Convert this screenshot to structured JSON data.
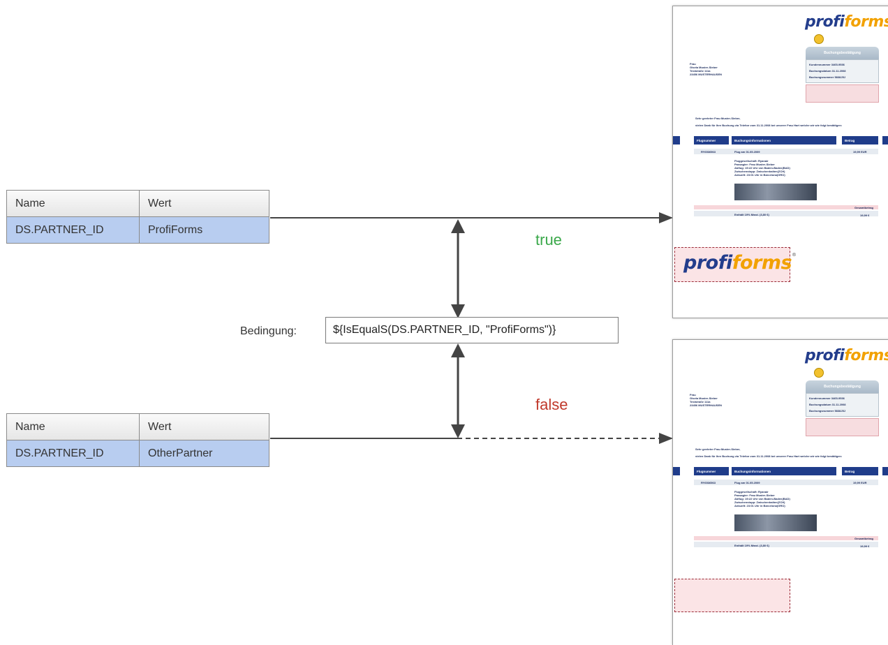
{
  "table_true": {
    "header": {
      "name": "Name",
      "value": "Wert"
    },
    "row": {
      "name": "DS.PARTNER_ID",
      "value": "ProfiForms"
    }
  },
  "table_false": {
    "header": {
      "name": "Name",
      "value": "Wert"
    },
    "row": {
      "name": "DS.PARTNER_ID",
      "value": "OtherPartner"
    }
  },
  "condition": {
    "label": "Bedingung:",
    "expression": "${IsEqualS(DS.PARTNER_ID, \"ProfiForms\")}"
  },
  "branch_labels": {
    "true": "true",
    "false": "false"
  },
  "colors": {
    "true": "#3aa84a",
    "false": "#c0392b",
    "table_row": "#b8cdf0",
    "brand": "#233d8c"
  },
  "document": {
    "logo_text_a": "profi",
    "logo_text_b": "forms",
    "booking_tab": "Buchungsbestätigung",
    "address": [
      "Frau",
      "Gisela Muster-Sieber",
      "Teststraße 111a",
      "23456 MUSTERHAUSEN"
    ],
    "booking_info": [
      "Kundennummer 3465-9536",
      "Buchungsdatum 31.11.2008",
      "Buchungsnummer 5838J5J"
    ],
    "greeting": "Sehr geehrter Frau Muster-Sieber,",
    "intro": "vielen Dank für Ihre Buchung via Telefon vom 31.11.2008 bei unserer Frau Hart welche wir wie folgt bestätigen:",
    "col_flight": "Flugnummer",
    "col_info": "Buchungsinformationen",
    "col_amount": "Betrag",
    "flight_no": "RY6536563",
    "flight_title": "Flug am 01.05.2009",
    "flight_details": [
      "Fluggesellschaft: Ryanair",
      "Passagier: Frau Muster-Sieber",
      "Abflug: 19:22 Uhr von Baden-Baden(BAD)",
      "Zwischenstopp: Zwischenhalten(ZCH)",
      "Ankunft: 23:01 Uhr in Barcelona(GRO)"
    ],
    "flight_amount": "19,99 EUR",
    "total_label": "Gesamtbetrag",
    "vat_label": "Enthält 19% Mwst. (3,80 €)",
    "total_amount": "19,99 €"
  }
}
